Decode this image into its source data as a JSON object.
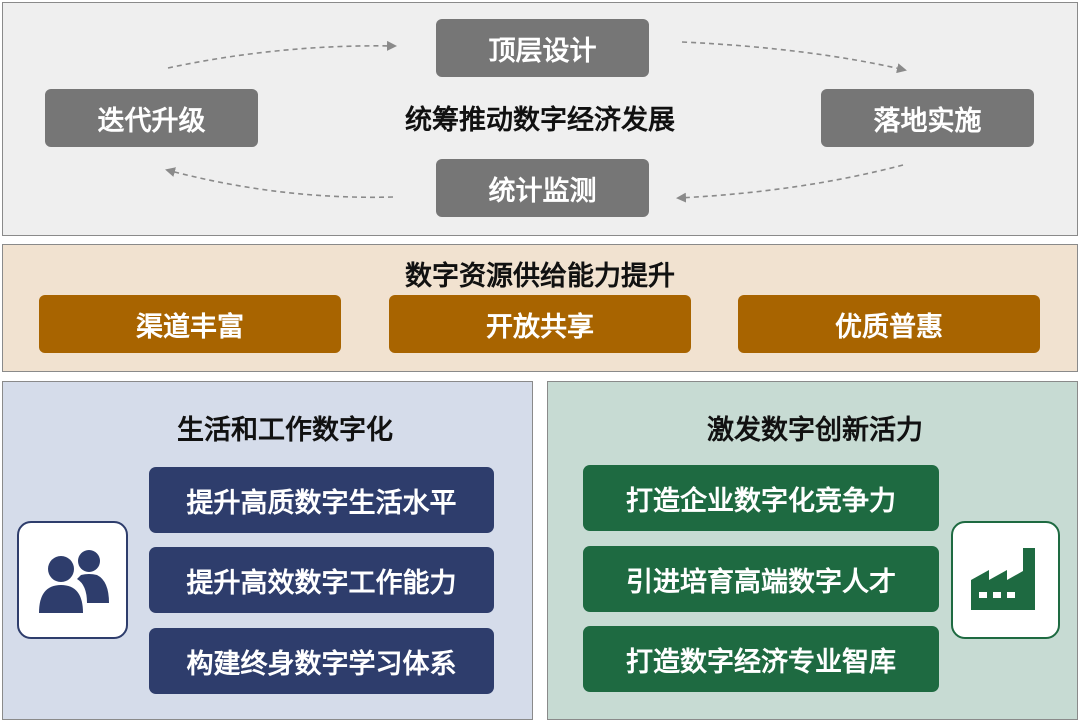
{
  "top": {
    "center": "统筹推动数字经济发展",
    "nodes": {
      "top": "顶层设计",
      "right": "落地实施",
      "bottom": "统计监测",
      "left": "迭代升级"
    }
  },
  "middle": {
    "title": "数字资源供给能力提升",
    "items": [
      "渠道丰富",
      "开放共享",
      "优质普惠"
    ]
  },
  "left_panel": {
    "title": "生活和工作数字化",
    "items": [
      "提升高质数字生活水平",
      "提升高效数字工作能力",
      "构建终身数字学习体系"
    ],
    "icon": "people-icon"
  },
  "right_panel": {
    "title": "激发数字创新活力",
    "items": [
      "打造企业数字化竞争力",
      "引进培育高端数字人才",
      "打造数字经济专业智库"
    ],
    "icon": "factory-icon"
  },
  "colors": {
    "gray": "#767676",
    "brown": "#a86400",
    "navy": "#2e3d6c",
    "green": "#1e6a41"
  }
}
